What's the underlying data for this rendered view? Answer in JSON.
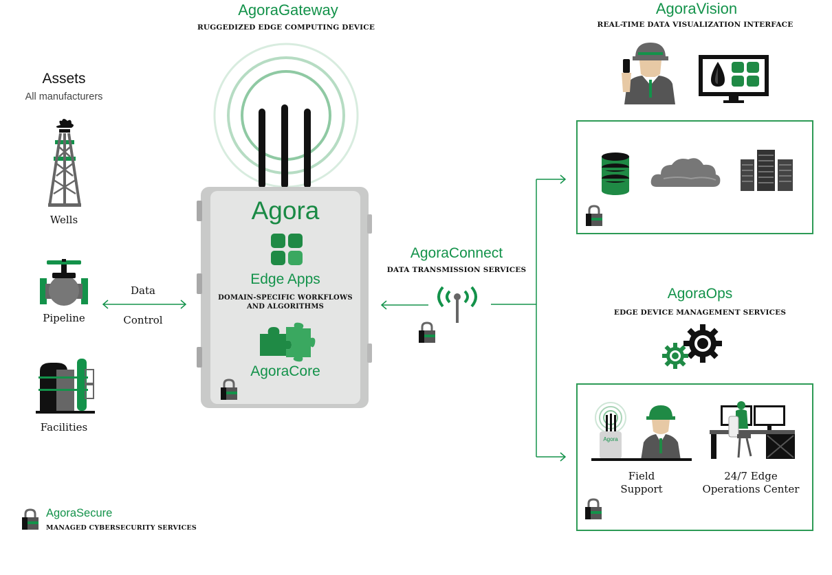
{
  "colors": {
    "accent": "#13924a",
    "dark": "#111111",
    "grey": "#8a8a8a",
    "box_border": "#2c9a55"
  },
  "gateway": {
    "title": "AgoraGateway",
    "subtitle": "RUGGEDIZED EDGE COMPUTING DEVICE",
    "brand": "Agora",
    "edge_apps": "Edge Apps",
    "edge_apps_desc_1": "DOMAIN-SPECIFIC WORKFLOWS",
    "edge_apps_desc_2": "AND ALGORITHMS",
    "core": "AgoraCore"
  },
  "assets": {
    "title": "Assets",
    "subtitle": "All manufacturers",
    "items": [
      {
        "label": "Wells",
        "icon": "oil-derrick-icon"
      },
      {
        "label": "Pipeline",
        "icon": "valve-icon"
      },
      {
        "label": "Facilities",
        "icon": "facility-icon"
      }
    ]
  },
  "link": {
    "data": "Data",
    "control": "Control"
  },
  "connect": {
    "title": "AgoraConnect",
    "subtitle": "DATA TRANSMISSION SERVICES"
  },
  "vision": {
    "title": "AgoraVision",
    "subtitle": "REAL-TIME DATA VISUALIZATION INTERFACE"
  },
  "ops": {
    "title": "AgoraOps",
    "subtitle": "EDGE DEVICE MANAGEMENT SERVICES",
    "field_support_1": "Field",
    "field_support_2": "Support",
    "ops_center_1": "24/7 Edge",
    "ops_center_2": "Operations Center",
    "mini_gateway_label": "Agora"
  },
  "secure": {
    "title": "AgoraSecure",
    "subtitle": "MANAGED CYBERSECURITY SERVICES"
  }
}
